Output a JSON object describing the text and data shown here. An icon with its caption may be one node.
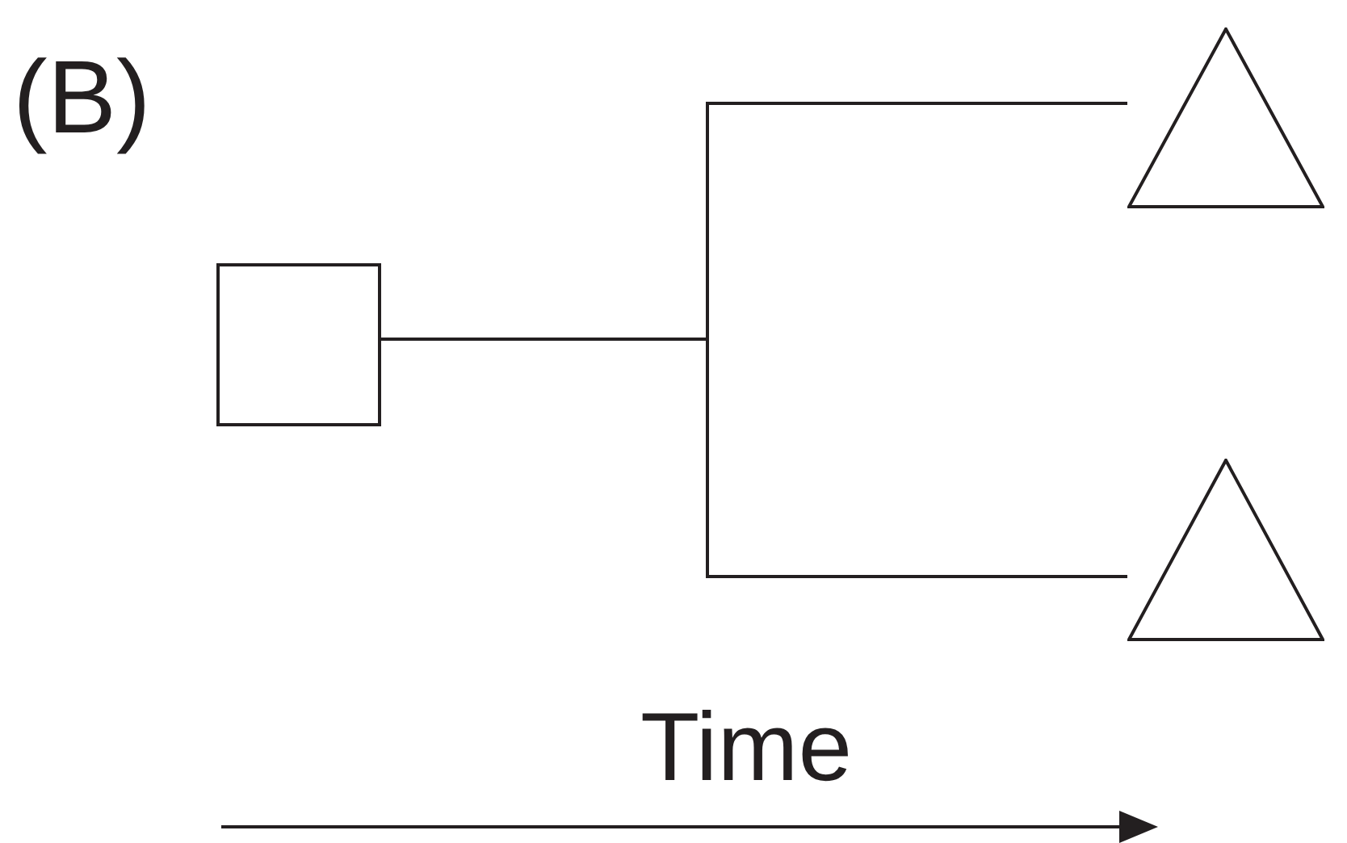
{
  "diagram": {
    "title": "(B)",
    "nodes": [
      {
        "text": [],
        "shape": "box"
      },
      {
        "text": [],
        "shape": "triangle"
      },
      {
        "text": [],
        "shape": "triangle"
      }
    ],
    "edges": [
      {
        "from": 0,
        "to": 1,
        "arrow": "none"
      },
      {
        "from": 0,
        "to": 2,
        "arrow": "none"
      }
    ],
    "labels": [
      "Time"
    ]
  }
}
